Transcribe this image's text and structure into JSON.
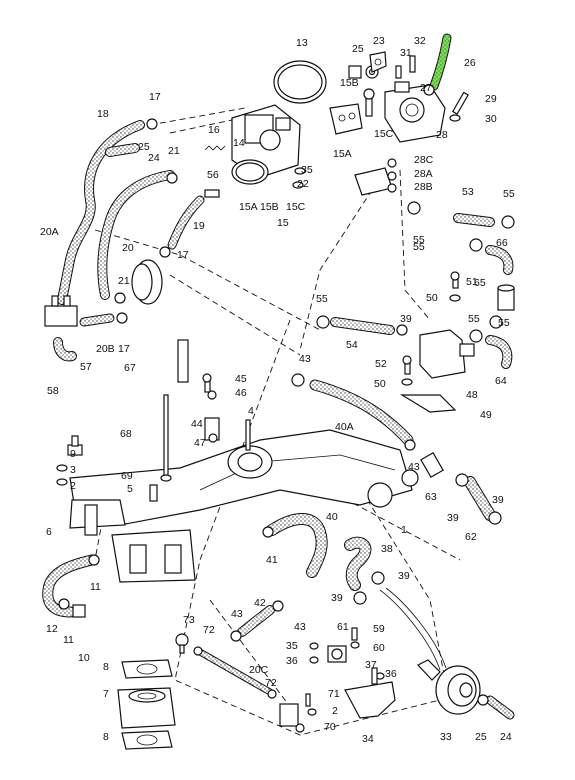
{
  "diagram": {
    "callouts": [
      "13",
      "25",
      "23",
      "31",
      "32",
      "27",
      "26",
      "29",
      "30",
      "28",
      "15B",
      "15C",
      "15A",
      "16",
      "14",
      "17",
      "18",
      "24",
      "25",
      "21",
      "56",
      "35",
      "22",
      "15A",
      "15B",
      "15C",
      "15",
      "19",
      "17",
      "20A",
      "20",
      "21",
      "20B",
      "17",
      "57",
      "58",
      "28C",
      "28A",
      "28B",
      "53",
      "55",
      "55",
      "55",
      "66",
      "51",
      "50",
      "65",
      "55",
      "55",
      "64",
      "55",
      "39",
      "54",
      "52",
      "50",
      "48",
      "49",
      "43",
      "40A",
      "43",
      "63",
      "39",
      "62",
      "39",
      "67",
      "45",
      "46",
      "44",
      "4",
      "47",
      "68",
      "9",
      "3",
      "2",
      "1",
      "69",
      "5",
      "6",
      "40",
      "41",
      "38",
      "39",
      "39",
      "11",
      "12",
      "11",
      "10",
      "43",
      "42",
      "43",
      "61",
      "59",
      "60",
      "73",
      "72",
      "35",
      "36",
      "37",
      "36",
      "20C",
      "72",
      "71",
      "2",
      "70",
      "34",
      "33",
      "25",
      "24",
      "8",
      "7",
      "8"
    ],
    "highlight_color": "#7fdc5a",
    "highlight_part": "26"
  }
}
